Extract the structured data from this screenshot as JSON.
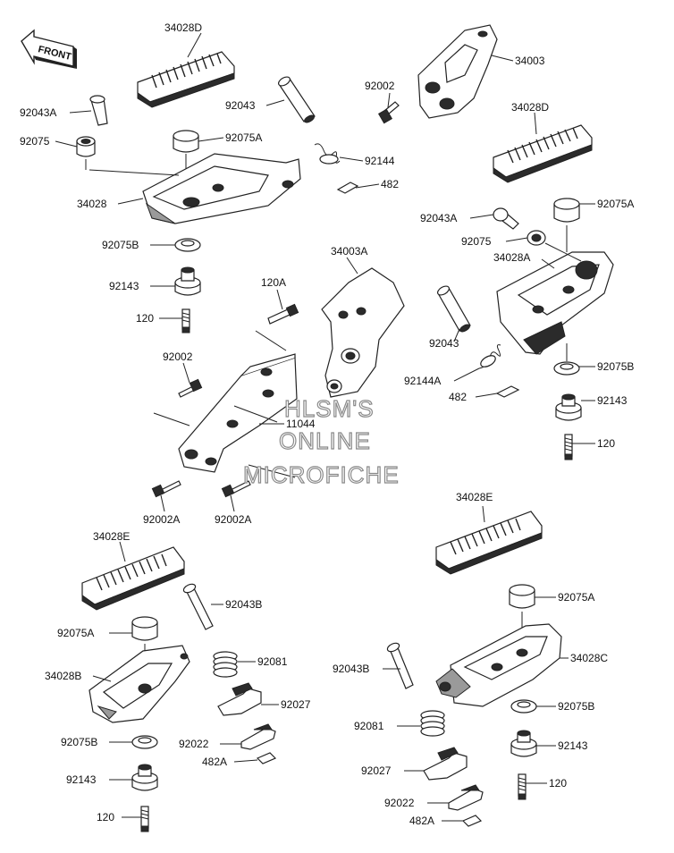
{
  "direction_label": "FRONT",
  "watermark": [
    "HLSM'S",
    "ONLINE",
    "MICROFICHE"
  ],
  "labels": {
    "l34028D_top": "34028D",
    "l92043A_left": "92043A",
    "l92075_left": "92075",
    "l92043_top": "92043",
    "l92075A_top": "92075A",
    "l34028": "34028",
    "l92075B_left": "92075B",
    "l92143_left": "92143",
    "l120_left": "120",
    "l120A": "120A",
    "l92002_mid": "92002",
    "l34003A": "34003A",
    "l11044": "11044",
    "l92002A_1": "92002A",
    "l92002A_2": "92002A",
    "l92002_top": "92002",
    "l34003": "34003",
    "l92144": "92144",
    "l482_top": "482",
    "l34028D_right": "34028D",
    "l92043A_right": "92043A",
    "l92075A_right": "92075A",
    "l92075_right": "92075",
    "l34028A": "34028A",
    "l92043_right": "92043",
    "l92144A": "92144A",
    "l482_mid": "482",
    "l92075B_right": "92075B",
    "l92143_right": "92143",
    "l120_right": "120",
    "l34028E_left": "34028E",
    "l92043B_left": "92043B",
    "l92075A_left2": "92075A",
    "l92081_left": "92081",
    "l34028B": "34028B",
    "l92027_left": "92027",
    "l92022_left": "92022",
    "l482A_left": "482A",
    "l92075B_left2": "92075B",
    "l92143_left2": "92143",
    "l120_left2": "120",
    "l34028E_right": "34028E",
    "l92075A_right2": "92075A",
    "l92043B_right": "92043B",
    "l34028C": "34028C",
    "l92075B_right2": "92075B",
    "l92081_right": "92081",
    "l92143_right2": "92143",
    "l92027_right": "92027",
    "l120_right2": "120",
    "l92022_right": "92022",
    "l482A_right": "482A"
  },
  "colors": {
    "ink": "#222222",
    "watermark_stroke": "#8a8a8a",
    "background": "#ffffff"
  }
}
